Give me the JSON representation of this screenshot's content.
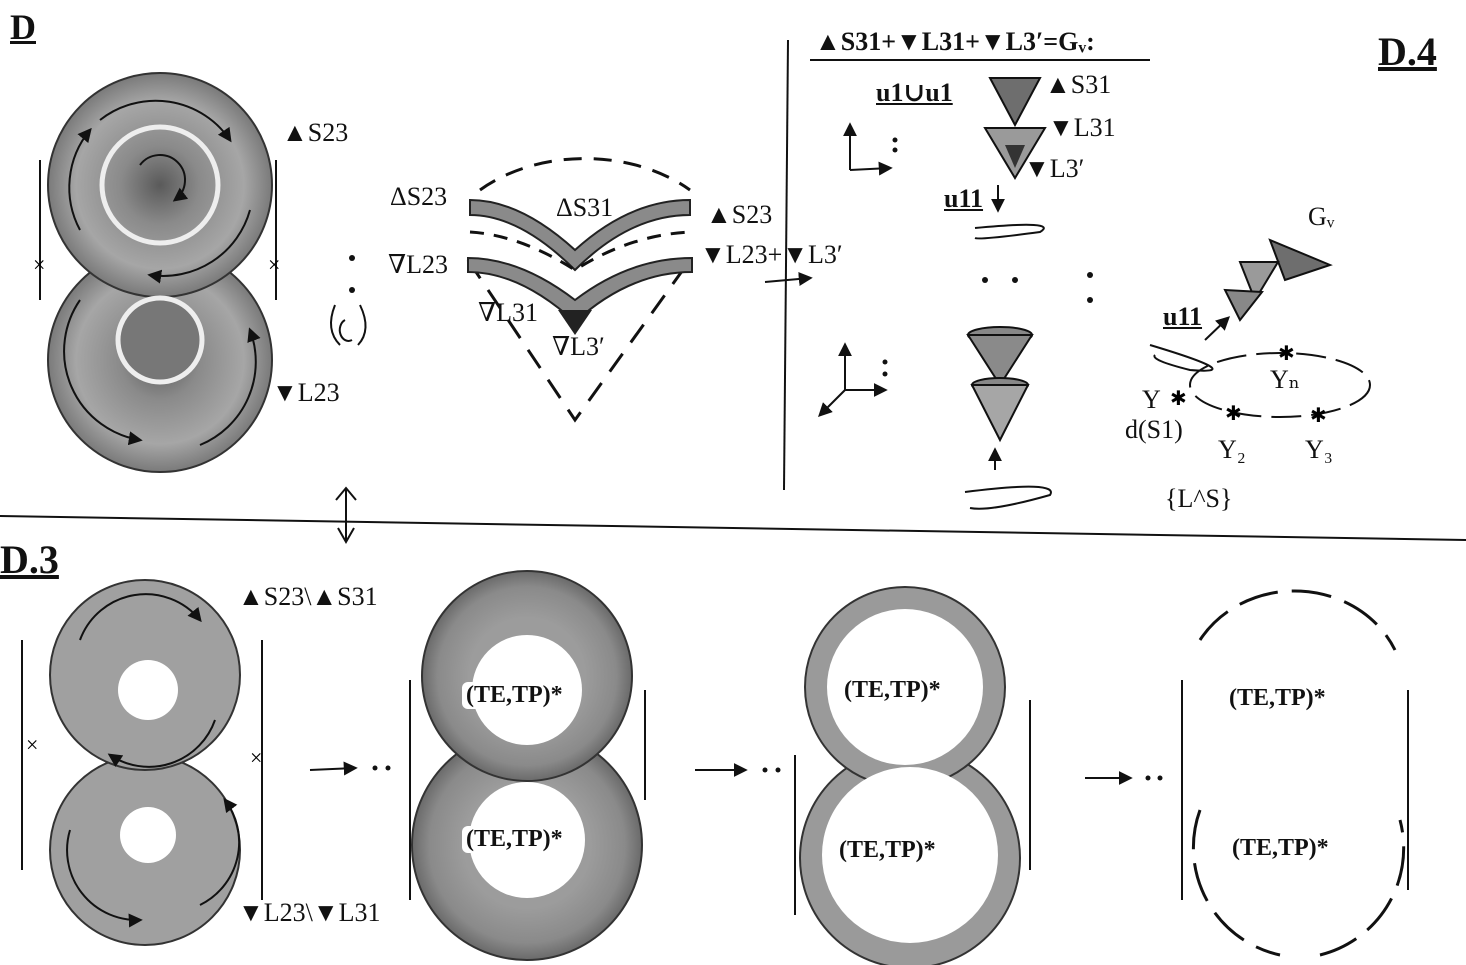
{
  "panels": {
    "top_left": "D",
    "top_right": "D.4",
    "bottom": "D.3"
  },
  "labels": {
    "s23_left": "▲S23",
    "l23_left": "▼L23",
    "ds23": "ΔS23",
    "ds31": "ΔS31",
    "s23_right": "▲S23",
    "dl23": "∇L23",
    "l23_l3": "▼L23+▼L3′",
    "dl31": "∇L31",
    "dl3p": "∇L3′",
    "equation": "▲S31+▼L31+▼L3′=Gᵥ:",
    "u1cu1": "u1∪u1",
    "s31": "▲S31",
    "l31": "▼L31",
    "l3p": "▼L3′",
    "u11_a": "u11",
    "gv": "Gᵥ",
    "u11_b": "u11",
    "yn": "Yₙ",
    "y": "Y",
    "ds1": "d(S1)",
    "y2": "Y₂",
    "y3": "Y₃",
    "ls": "{L^S}",
    "s23s31": "▲S23\\▲S31",
    "l23l31": "▼L23\\▼L31",
    "tetp": "(TE,TP)*"
  },
  "colors": {
    "ink": "#111111",
    "shade_dark": "#6e6e6e",
    "shade_mid": "#9a9a9a",
    "shade_light": "#c4c4c4",
    "paper": "#ffffff"
  }
}
